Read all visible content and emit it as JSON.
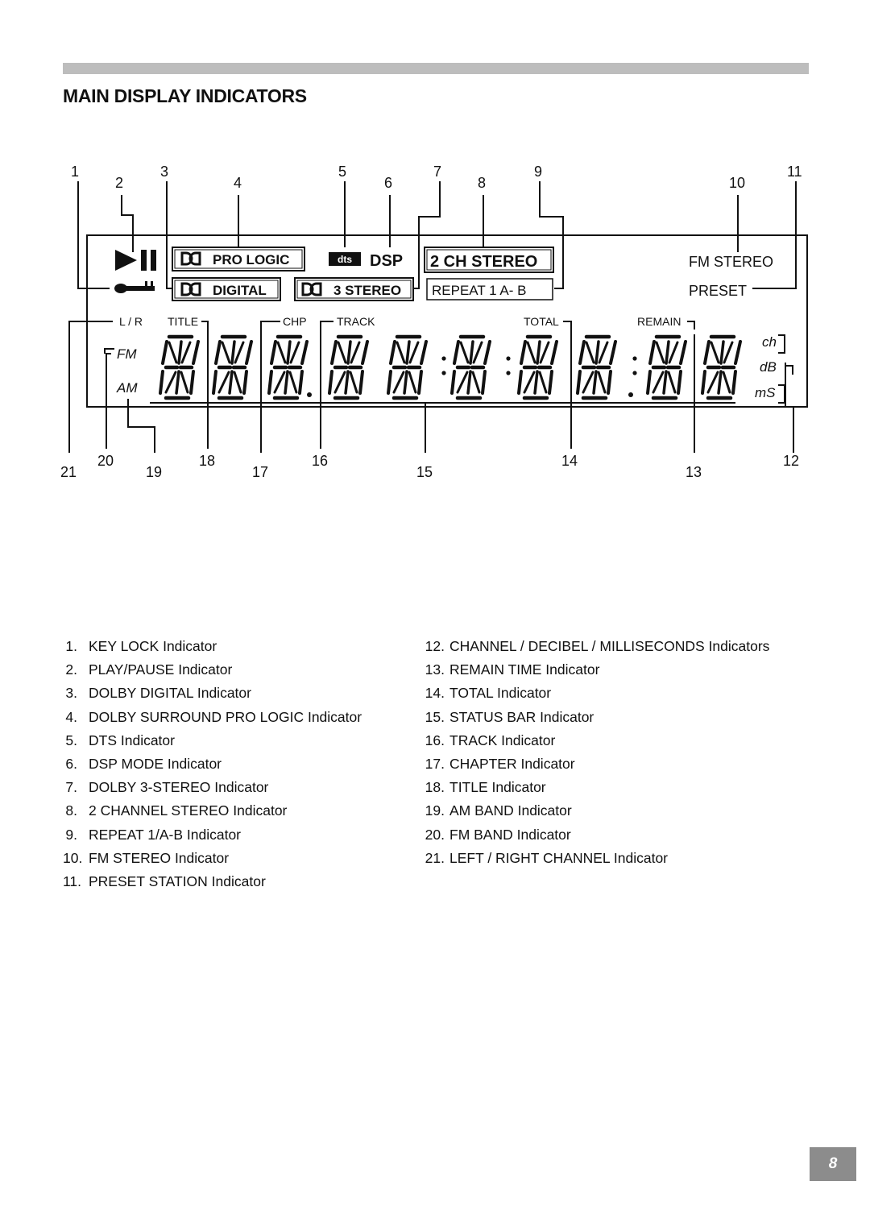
{
  "header": {
    "title": "MAIN DISPLAY INDICATORS"
  },
  "diagram": {
    "callouts": [
      "1",
      "2",
      "3",
      "4",
      "5",
      "6",
      "7",
      "8",
      "9",
      "10",
      "11",
      "12",
      "13",
      "14",
      "15",
      "16",
      "17",
      "18",
      "19",
      "20",
      "21"
    ],
    "boxes": {
      "pro_logic": "PRO LOGIC",
      "digital": "DIGITAL",
      "three_stereo": "3 STEREO",
      "two_ch_stereo": "2 CH STEREO",
      "repeat": "REPEAT 1 A- B",
      "dsp": "DSP",
      "dts": "dts"
    },
    "labels": {
      "fm_stereo": "FM STEREO",
      "preset": "PRESET",
      "lr": "L / R",
      "title": "TITLE",
      "chp": "CHP",
      "track": "TRACK",
      "total": "TOTAL",
      "remain": "REMAIN",
      "fm": "FM",
      "am": "AM",
      "ch": "ch",
      "db": "dB",
      "ms": "mS"
    },
    "icons": [
      "play-pause-icon",
      "key-lock-icon",
      "dolby-double-d-icon",
      "dts-logo"
    ]
  },
  "legend_left": [
    {
      "num": "1.",
      "text": "KEY LOCK Indicator"
    },
    {
      "num": "2.",
      "text": "PLAY/PAUSE Indicator"
    },
    {
      "num": "3.",
      "text": "DOLBY DIGITAL Indicator"
    },
    {
      "num": "4.",
      "text": "DOLBY SURROUND PRO LOGIC Indicator"
    },
    {
      "num": "5.",
      "text": "DTS Indicator"
    },
    {
      "num": "6.",
      "text": "DSP MODE Indicator"
    },
    {
      "num": "7.",
      "text": "DOLBY 3-STEREO Indicator"
    },
    {
      "num": "8.",
      "text": "2 CHANNEL STEREO Indicator"
    },
    {
      "num": "9.",
      "text": "REPEAT 1/A-B Indicator"
    },
    {
      "num": "10.",
      "text": "FM STEREO Indicator"
    },
    {
      "num": "11.",
      "text": "PRESET STATION Indicator"
    }
  ],
  "legend_right": [
    {
      "num": "12.",
      "text": "CHANNEL / DECIBEL / MILLISECONDS Indicators"
    },
    {
      "num": "13.",
      "text": "REMAIN TIME Indicator"
    },
    {
      "num": "14.",
      "text": "TOTAL Indicator"
    },
    {
      "num": "15.",
      "text": "STATUS BAR Indicator"
    },
    {
      "num": "16.",
      "text": "TRACK Indicator"
    },
    {
      "num": "17.",
      "text": "CHAPTER Indicator"
    },
    {
      "num": "18.",
      "text": "TITLE Indicator"
    },
    {
      "num": "19.",
      "text": "AM BAND Indicator"
    },
    {
      "num": "20.",
      "text": "FM BAND Indicator"
    },
    {
      "num": "21.",
      "text": "LEFT / RIGHT CHANNEL Indicator"
    }
  ],
  "footer": {
    "page_number": "8"
  }
}
